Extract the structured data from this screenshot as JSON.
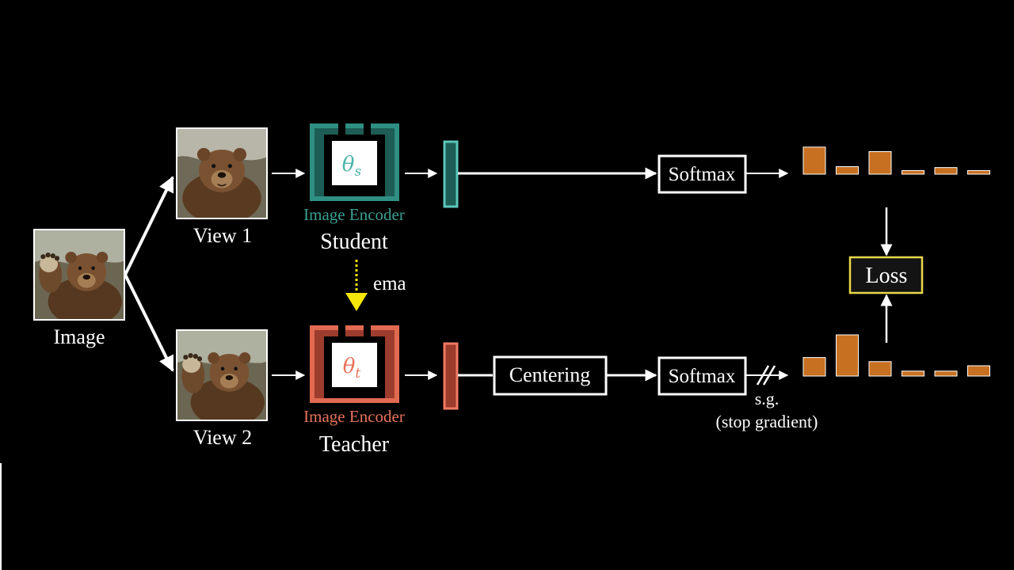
{
  "colors": {
    "background": "#000000",
    "student": "#2f8f83",
    "student_light": "#5cc6bb",
    "teacher": "#b94a36",
    "teacher_light": "#f07a62",
    "ema_arrow": "#f5e60a",
    "bars": "#c77021",
    "loss_border": "#e8d84a"
  },
  "input": {
    "label": "Image"
  },
  "view1": {
    "label": "View 1"
  },
  "view2": {
    "label": "View 2"
  },
  "student": {
    "theta": "θ",
    "theta_sub": "s",
    "encoder_label": "Image Encoder",
    "name": "Student"
  },
  "teacher": {
    "theta": "θ",
    "theta_sub": "t",
    "encoder_label": "Image Encoder",
    "name": "Teacher"
  },
  "ema": {
    "label": "ema"
  },
  "centering": {
    "label": "Centering"
  },
  "softmax_student": {
    "label": "Softmax"
  },
  "softmax_teacher": {
    "label": "Softmax"
  },
  "stop_gradient": {
    "abbr": "s.g.",
    "full": "(stop gradient)"
  },
  "loss": {
    "label": "Loss"
  },
  "student_distribution": [
    0.9,
    0.25,
    0.75,
    0.12,
    0.22,
    0.12
  ],
  "teacher_distribution": [
    0.45,
    1.0,
    0.35,
    0.12,
    0.12,
    0.25
  ]
}
